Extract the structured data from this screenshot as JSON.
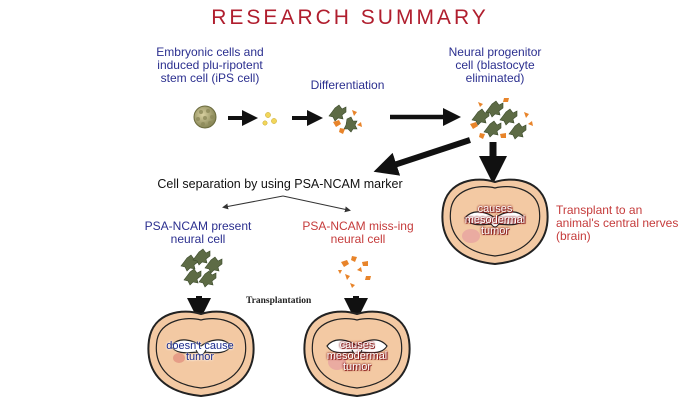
{
  "title": "RESEARCH SUMMARY",
  "stages": {
    "embryonic": "Embryonic cells and induced plu-ripotent stem cell (iPS cell)",
    "differentiation": "Differentiation",
    "progenitor": "Neural progenitor cell (blastocyte eliminated)"
  },
  "separation": "Cell separation by using PSA-NCAM marker",
  "branches": {
    "present": "PSA-NCAM present neural cell",
    "missing": "PSA-NCAM miss-ing neural cell"
  },
  "transplantation": "Transplantation",
  "transplant_note": "Transplant to an animal's central nerves (brain)",
  "outcomes": {
    "top": "causes mesodermal tumor",
    "left": "doesn't cause tumor",
    "right": "causes mesodermal tumor"
  },
  "colors": {
    "title": "#b01e2e",
    "label_blue": "#2b2f8f",
    "label_red": "#c53b3b",
    "brain_fill": "#f3c9a3",
    "brain_outline": "#222222",
    "cell_green": "#5d6b45",
    "cell_orange": "#e8842a"
  }
}
